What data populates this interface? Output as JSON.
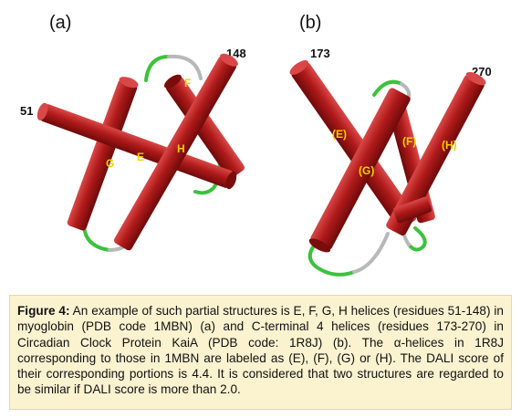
{
  "panels": {
    "a": {
      "label": "(a)",
      "residues": {
        "start": "51",
        "end": "148"
      },
      "helices": [
        "F",
        "G",
        "E",
        "H"
      ]
    },
    "b": {
      "label": "(b)",
      "residues": {
        "start": "173",
        "end": "270"
      },
      "helices": [
        "(E)",
        "(F)",
        "(H)",
        "(G)"
      ]
    }
  },
  "caption": {
    "figure_label": "Figure 4:",
    "text": " An example of such partial structures is E, F, G, H helices (residues 51-148) in myoglobin (PDB code 1MBN) (a) and C-terminal 4 helices (residues 173-270) in Circadian Clock Protein KaiA (PDB code: 1R8J) (b). The α-helices in 1R8J corresponding to those in 1MBN are labeled as (E), (F), (G) or (H). The DALI score of their corresponding portions is 4.4. It is considered that two structures are regarded to be similar if DALI score is more than 2.0."
  },
  "colors": {
    "helix": "#b01a1a",
    "helix_dark": "#7a0c0c",
    "helix_light": "#d94848",
    "loop_green": "#3cc23c",
    "loop_gray": "#b8b8b8",
    "helix_label": "#f5d000",
    "caption_bg": "#fbf2d0"
  }
}
